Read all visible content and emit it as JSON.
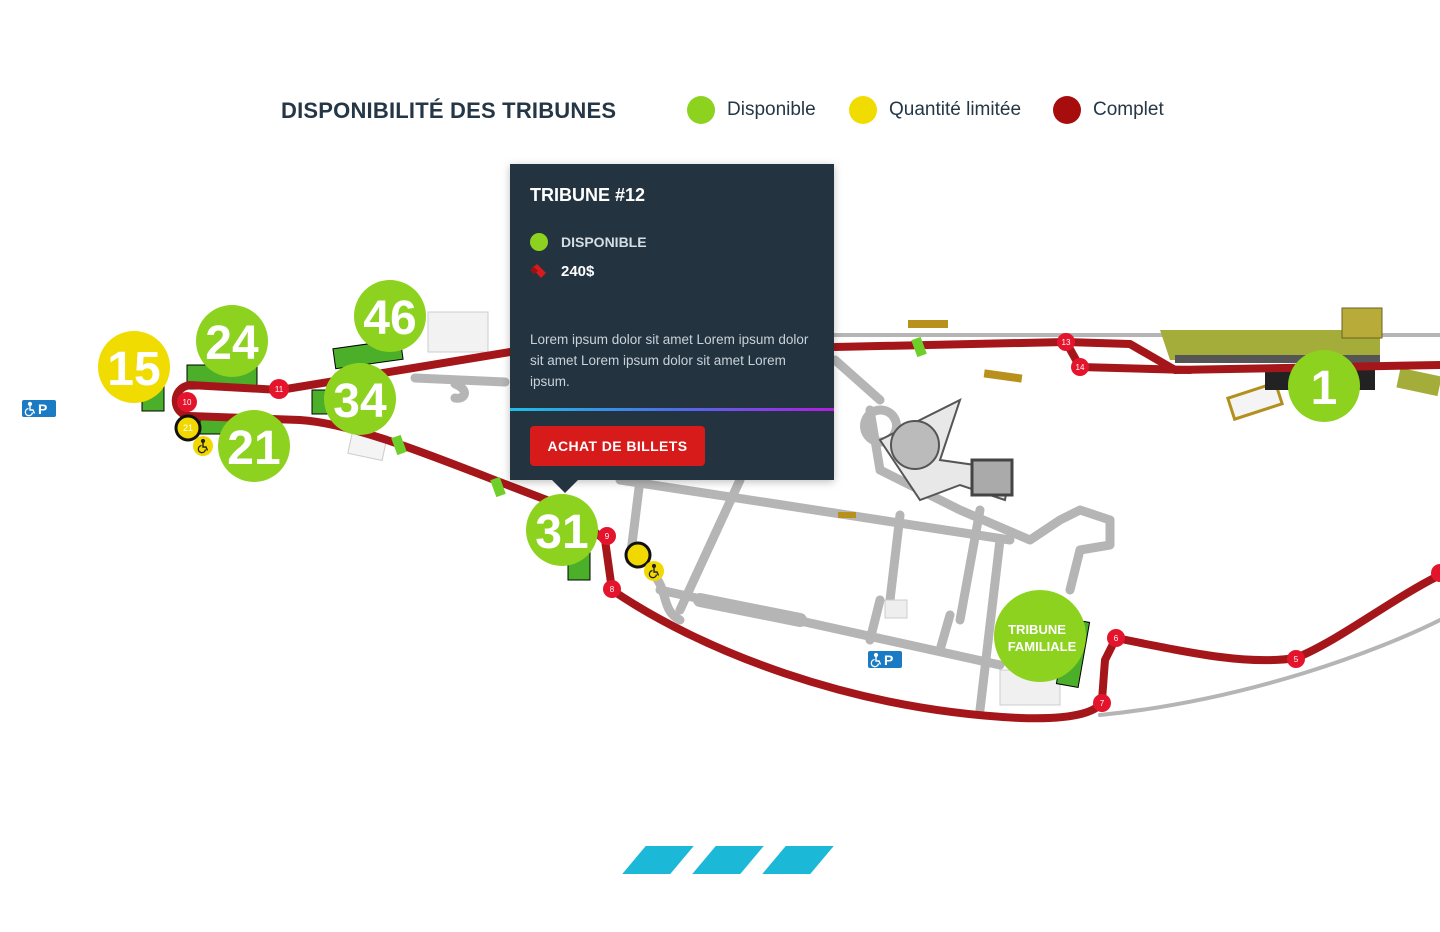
{
  "legend": {
    "title": "DISPONIBILITÉ DES TRIBUNES",
    "items": [
      {
        "label": "Disponible",
        "color": "#8dd21f"
      },
      {
        "label": "Quantité limitée",
        "color": "#f0dc00"
      },
      {
        "label": "Complet",
        "color": "#a80d0d"
      }
    ]
  },
  "tooltip": {
    "title": "TRIBUNE #12",
    "status": "DISPONIBLE",
    "status_color": "#8dd21f",
    "price": "240$",
    "price_icon": "ticket-icon",
    "description": "Lorem ipsum dolor sit amet Lorem ipsum dolor sit amet Lorem ipsum dolor sit amet Lorem ipsum.",
    "button": "ACHAT DE BILLETS"
  },
  "map": {
    "tribunes": [
      {
        "label": "15",
        "status": "Quantité limitée"
      },
      {
        "label": "24",
        "status": "Disponible"
      },
      {
        "label": "46",
        "status": "Disponible"
      },
      {
        "label": "34",
        "status": "Disponible"
      },
      {
        "label": "21",
        "status": "Disponible"
      },
      {
        "label": "31",
        "status": "Disponible"
      },
      {
        "label": "1",
        "status": "Disponible"
      },
      {
        "label_line1": "TRIBUNE",
        "label_line2": "FAMILIALE",
        "status": "Disponible"
      }
    ],
    "turns": [
      "5",
      "6",
      "7",
      "8",
      "9",
      "10",
      "11",
      "13",
      "14"
    ],
    "parking_label": "P",
    "accessible_marker_label": "21"
  },
  "pager": {
    "pages": 3
  }
}
